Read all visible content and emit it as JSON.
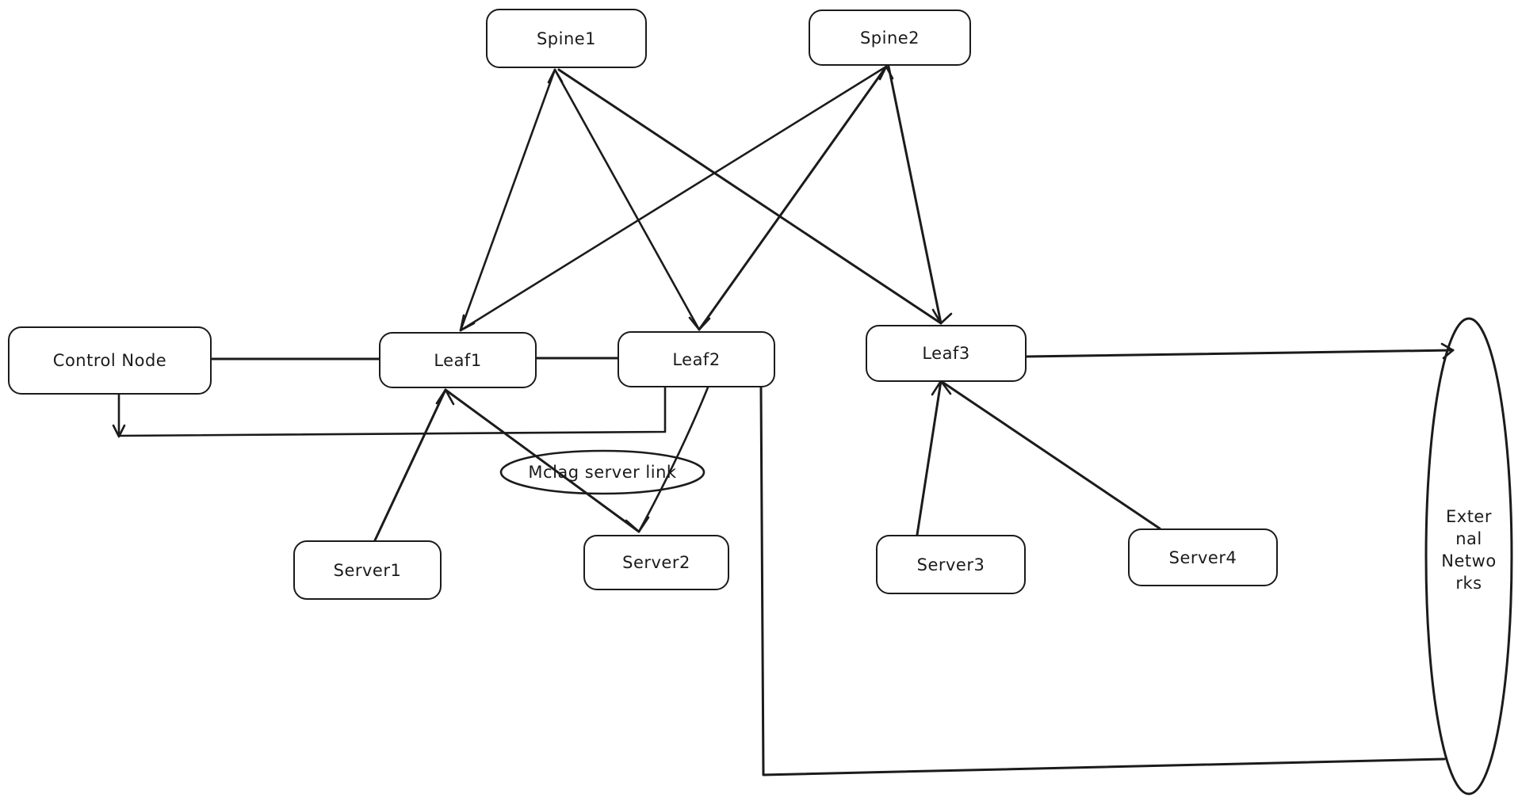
{
  "canvas": {
    "background_color": "#ffffff",
    "stroke_color": "#1b1b1b"
  },
  "nodes": {
    "spine1": {
      "label": "Spine1"
    },
    "spine2": {
      "label": "Spine2"
    },
    "control": {
      "label": "Control Node"
    },
    "leaf1": {
      "label": "Leaf1"
    },
    "leaf2": {
      "label": "Leaf2"
    },
    "leaf3": {
      "label": "Leaf3"
    },
    "server1": {
      "label": "Server1"
    },
    "server2": {
      "label": "Server2"
    },
    "server3": {
      "label": "Server3"
    },
    "server4": {
      "label": "Server4"
    }
  },
  "annotations": {
    "mclag": {
      "label": "Mclag server link"
    },
    "external": {
      "label": "External Networks",
      "lines": [
        "Exter",
        "nal",
        "Netwo",
        "rks"
      ]
    }
  },
  "edges": [
    {
      "from": "Spine1",
      "to": "Leaf1"
    },
    {
      "from": "Spine1",
      "to": "Leaf2"
    },
    {
      "from": "Spine1",
      "to": "Leaf3"
    },
    {
      "from": "Spine2",
      "to": "Leaf1"
    },
    {
      "from": "Spine2",
      "to": "Leaf2"
    },
    {
      "from": "Spine2",
      "to": "Leaf3"
    },
    {
      "from": "Control Node",
      "to": "Leaf1"
    },
    {
      "from": "Control Node",
      "to": "Leaf2"
    },
    {
      "from": "Leaf1",
      "to": "Leaf2"
    },
    {
      "from": "Leaf1",
      "to": "Server1"
    },
    {
      "from": "Leaf1",
      "to": "Server2"
    },
    {
      "from": "Leaf2",
      "to": "Server2"
    },
    {
      "from": "Leaf2",
      "to": "External Networks"
    },
    {
      "from": "Leaf3",
      "to": "Server3"
    },
    {
      "from": "Leaf3",
      "to": "Server4"
    },
    {
      "from": "Leaf3",
      "to": "External Networks"
    }
  ]
}
